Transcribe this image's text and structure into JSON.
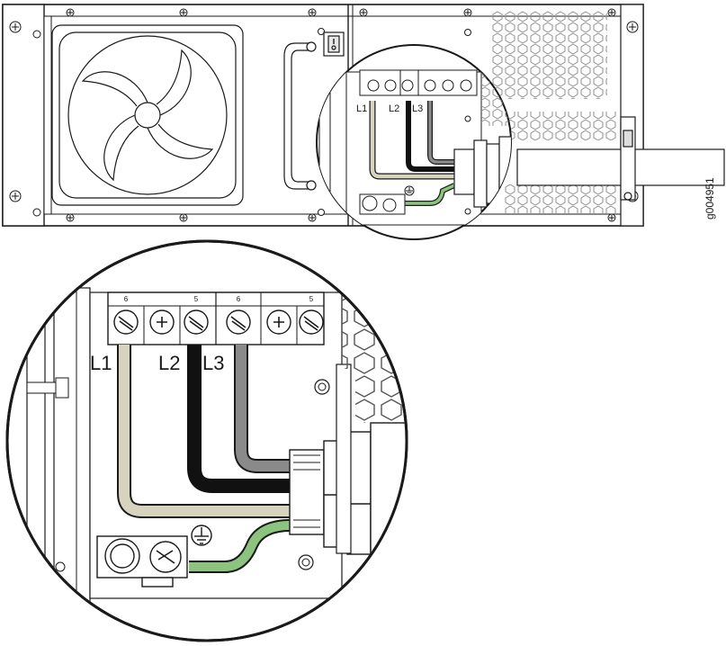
{
  "figure_id": "g004951",
  "terminals": {
    "top": [
      "L1",
      "L2",
      "L3"
    ],
    "zoom": [
      "L1",
      "L2",
      "L3"
    ]
  },
  "terminal_tiny_marks": [
    "6",
    "",
    "5",
    "6",
    "",
    "5"
  ],
  "colors": {
    "outline": "#1a1a1a",
    "panel": "#ffffff",
    "panel_edge": "#2b2b2b",
    "wire_l1": "#d6d3bf",
    "wire_l2": "#111111",
    "wire_l3": "#8a8a8a",
    "wire_ground": "#8cc47f",
    "mesh": "#9a9a9a"
  },
  "icons": [
    "fan-icon",
    "switch-icon",
    "ground-symbol-icon",
    "screw-icon",
    "cable-gland-icon"
  ]
}
